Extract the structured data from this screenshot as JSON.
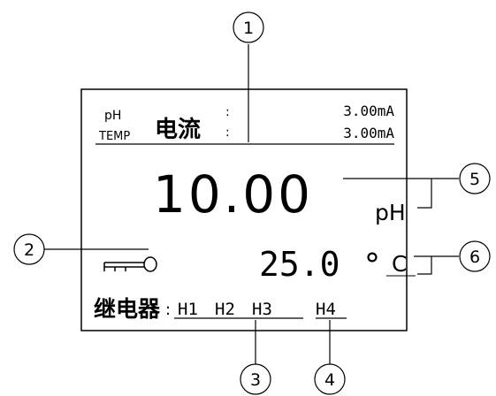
{
  "callouts": [
    "1",
    "2",
    "3",
    "4",
    "5",
    "6"
  ],
  "lcd": {
    "row1": {
      "label_top": "pH",
      "label_bottom": "TEMP",
      "title": "电流",
      "colon_top": ":",
      "colon_bottom": ":",
      "value_top": "3.00mA",
      "value_bottom": "3.00mA"
    },
    "main_value": "10.00",
    "main_unit": "pH",
    "temp_value": "25.0",
    "temp_degree": "°",
    "temp_unit": "C",
    "relay": {
      "label": "继电器",
      "colon": ":",
      "items": [
        "H1",
        "H2",
        "H3",
        "H4"
      ]
    },
    "key_icon": "key-icon"
  }
}
